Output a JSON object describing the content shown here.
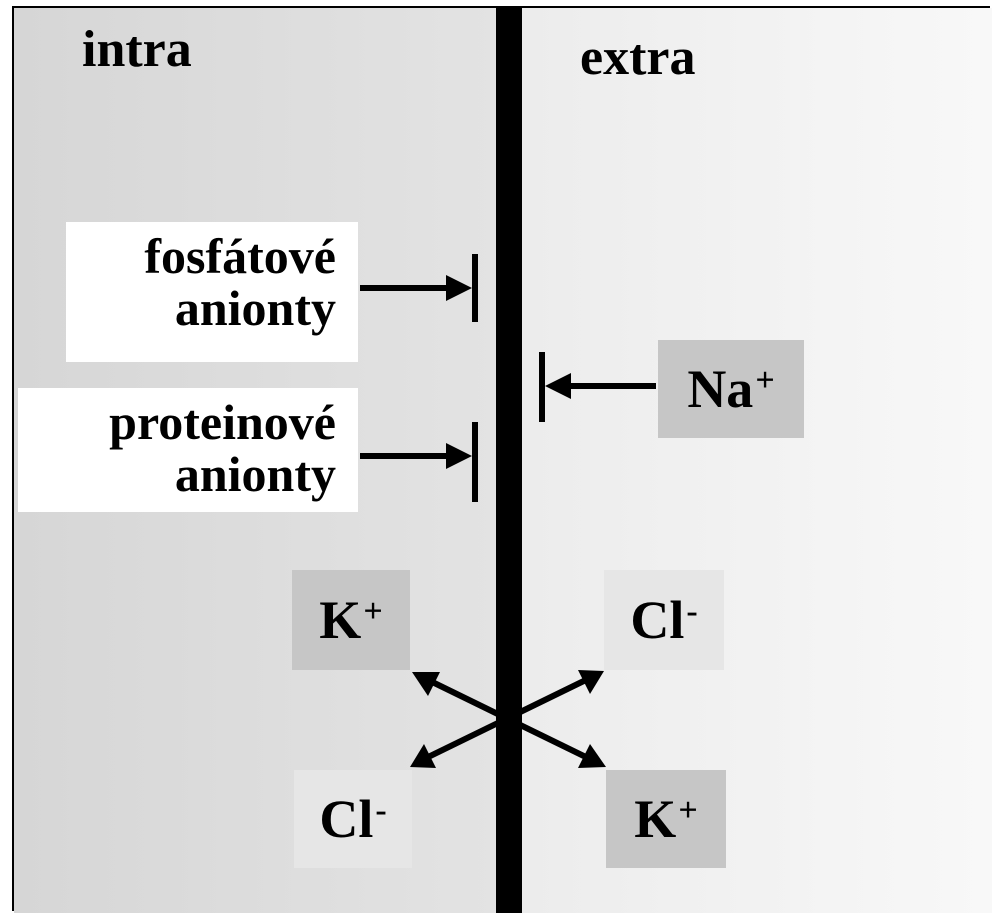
{
  "regions": {
    "intra": "intra",
    "extra": "extra"
  },
  "blocked_anions": [
    {
      "line1": "fosfátové",
      "line2": "anionty"
    },
    {
      "line1": "proteinové",
      "line2": "anionty"
    }
  ],
  "ions": {
    "na": {
      "symbol": "Na",
      "charge": "+"
    },
    "k_intra": {
      "symbol": "K",
      "charge": "+"
    },
    "cl_extra": {
      "symbol": "Cl",
      "charge": "-"
    },
    "cl_intra": {
      "symbol": "Cl",
      "charge": "-"
    },
    "k_extra": {
      "symbol": "K",
      "charge": "+"
    }
  }
}
